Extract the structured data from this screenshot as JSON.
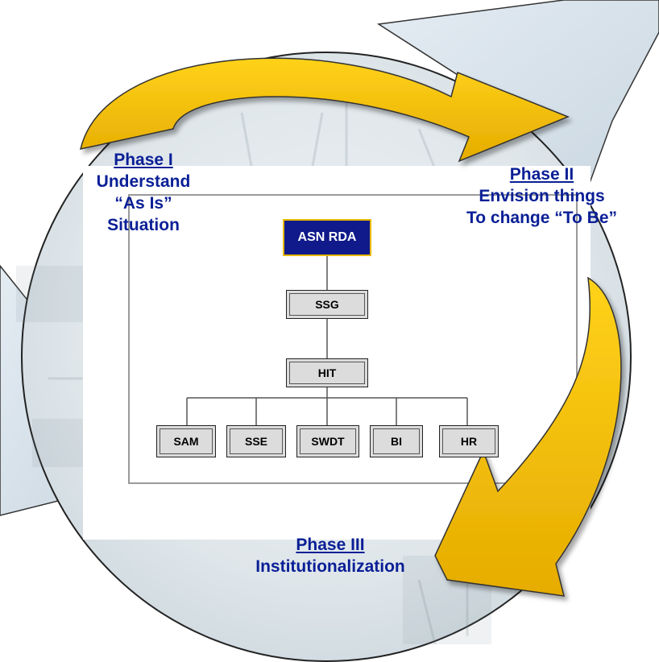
{
  "phases": {
    "phase1": {
      "title": "Phase I",
      "lines": [
        "Understand",
        "“As Is”",
        "Situation"
      ]
    },
    "phase2": {
      "title": "Phase II",
      "lines": [
        "Envision things",
        "To change “To Be”"
      ]
    },
    "phase3": {
      "title": "Phase III",
      "lines": [
        "Institutionalization"
      ]
    }
  },
  "org_chart": {
    "top": "ASN RDA",
    "level2": "SSG",
    "level3": "HIT",
    "children": [
      "SAM",
      "SSE",
      "SWDT",
      "BI",
      "HR"
    ]
  },
  "colors": {
    "phase_text": "#0a1f96",
    "arrow_fill": "#f2c200",
    "top_box_fill": "#101a8a",
    "top_box_border": "#e6b800",
    "box_fill": "#dcdcdc"
  }
}
